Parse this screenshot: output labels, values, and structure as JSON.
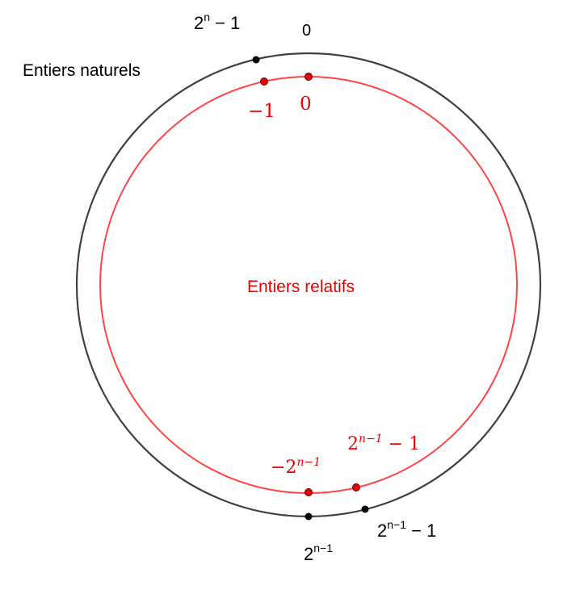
{
  "outer_circle": {
    "title": "Entiers naturels",
    "color": "#404040",
    "labels": {
      "zero": "0",
      "max_base": "2",
      "max_exp": "n",
      "max_suffix": " − 1",
      "half_base": "2",
      "half_exp": "n−1",
      "halfm1_base": "2",
      "halfm1_exp": "n−1",
      "halfm1_suffix": " − 1"
    }
  },
  "inner_circle": {
    "title": "Entiers relatifs",
    "color": "#ff4444",
    "labels": {
      "zero": "0",
      "minus_one": "−1",
      "neg_min_prefix": "−2",
      "neg_min_exp": "n−1",
      "pos_max_base": "2",
      "pos_max_exp": "n−1",
      "pos_max_suffix": " − 1"
    }
  },
  "point_colors": {
    "outer": "#000000",
    "inner": "#ee0000"
  }
}
